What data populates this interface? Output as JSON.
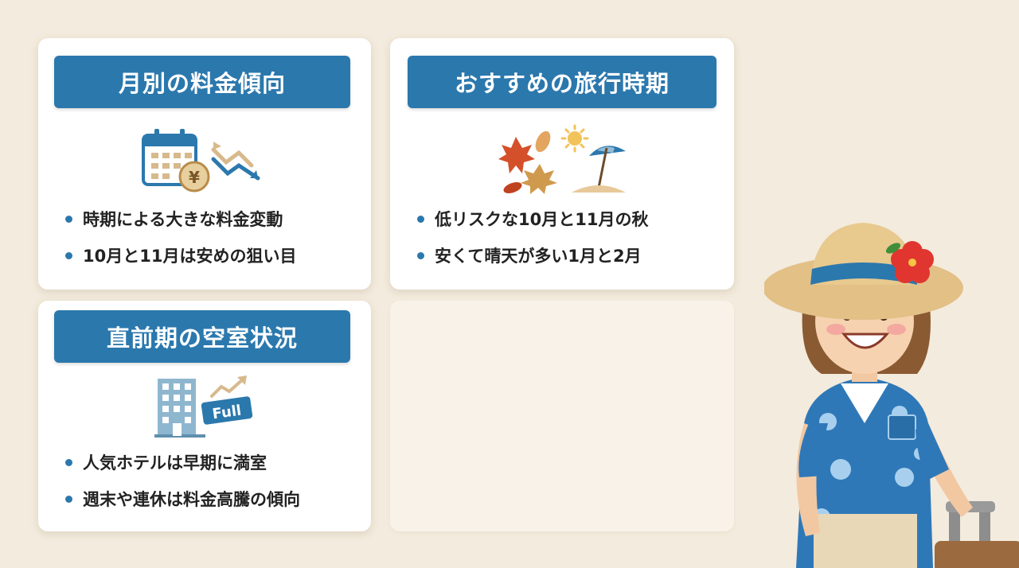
{
  "cards": [
    {
      "title": "月別の料金傾向",
      "icon": "calendar-yen-icon",
      "bullets": [
        "時期による大きな料金変動",
        "10月と11月は安めの狙い目"
      ]
    },
    {
      "title": "おすすめの旅行時期",
      "icon": "autumn-beach-icon",
      "bullets": [
        "低リスクな10月と11月の秋",
        "安くて晴天が多い1月と2月"
      ]
    },
    {
      "title": "直前期の空室状況",
      "icon": "hotel-full-icon",
      "badge": "Full",
      "bullets": [
        "人気ホテルは早期に満室",
        "週末や連休は料金高騰の傾向"
      ]
    }
  ],
  "colors": {
    "accent": "#2b78ad",
    "background": "#f3ebdd",
    "card": "#ffffff",
    "empty_card": "#f8f2e8"
  },
  "illustration": "tourist-woman-with-suitcase"
}
